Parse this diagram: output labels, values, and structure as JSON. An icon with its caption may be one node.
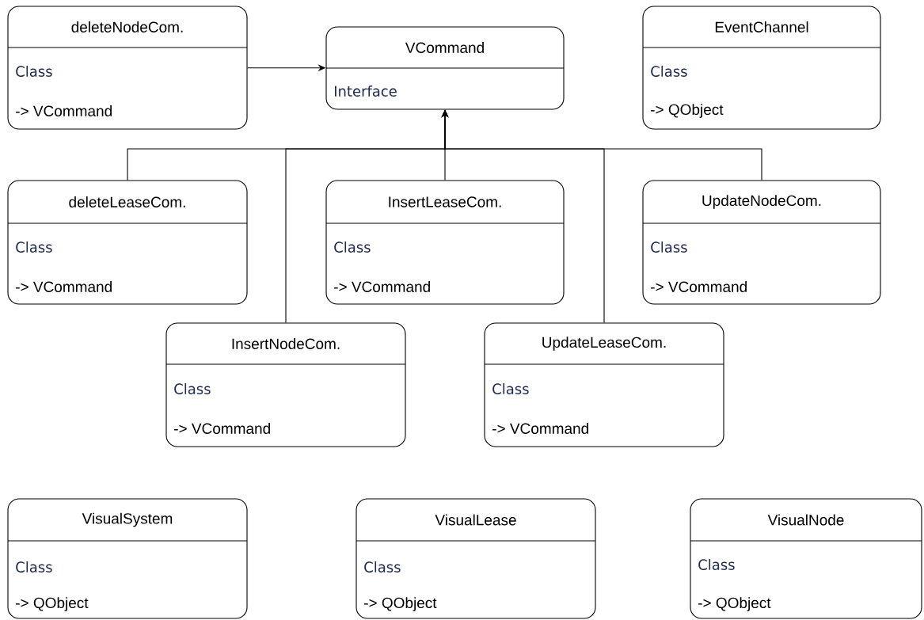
{
  "diagram": {
    "nodes": [
      {
        "text": [
          "deleteNodeCom.",
          "Class",
          "-> VCommand"
        ]
      },
      {
        "text": [
          "VCommand",
          "Interface"
        ]
      },
      {
        "text": [
          "EventChannel",
          "Class",
          "-> QObject"
        ]
      },
      {
        "text": [
          "deleteLeaseCom.",
          "Class",
          "-> VCommand"
        ]
      },
      {
        "text": [
          "InsertLeaseCom.",
          "Class",
          "-> VCommand"
        ]
      },
      {
        "text": [
          "UpdateNodeCom.",
          "Class",
          "-> VCommand"
        ]
      },
      {
        "text": [
          "InsertNodeCom.",
          "Class",
          "-> VCommand"
        ]
      },
      {
        "text": [
          "UpdateLeaseCom.",
          "Class",
          "-> VCommand"
        ]
      },
      {
        "text": [
          "VisualSystem",
          "Class",
          "-> QObject"
        ]
      },
      {
        "text": [
          "VisualLease",
          "Class",
          "-> QObject"
        ]
      },
      {
        "text": [
          "VisualNode",
          "Class",
          "-> QObject"
        ]
      }
    ],
    "edges": [
      {
        "from": 0,
        "to": 1,
        "arrow": "to"
      },
      {
        "from": 3,
        "to": 1,
        "arrow": "to"
      },
      {
        "from": 6,
        "to": 1,
        "arrow": "to"
      },
      {
        "from": 4,
        "to": 1,
        "arrow": "to"
      },
      {
        "from": 7,
        "to": 1,
        "arrow": "to"
      },
      {
        "from": 5,
        "to": 1,
        "arrow": "to"
      }
    ]
  }
}
